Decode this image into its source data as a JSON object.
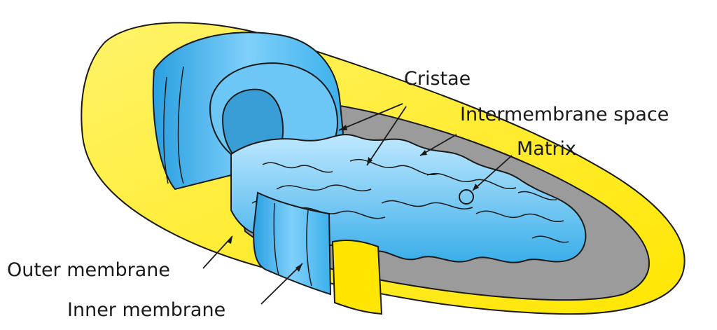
{
  "labels": {
    "cristae": "Cristae",
    "intermembrane_space": "Intermembrane space",
    "matrix": "Matrix",
    "outer_membrane": "Outer membrane",
    "inner_membrane": "Inner membrane"
  },
  "colors": {
    "outer_membrane": "#ffef1a",
    "inner_membrane": "#3fb3ee",
    "inner_membrane_light": "#9fdcfb",
    "interior_shadow": "#9b9b9b",
    "outline": "#1a1a1a"
  }
}
